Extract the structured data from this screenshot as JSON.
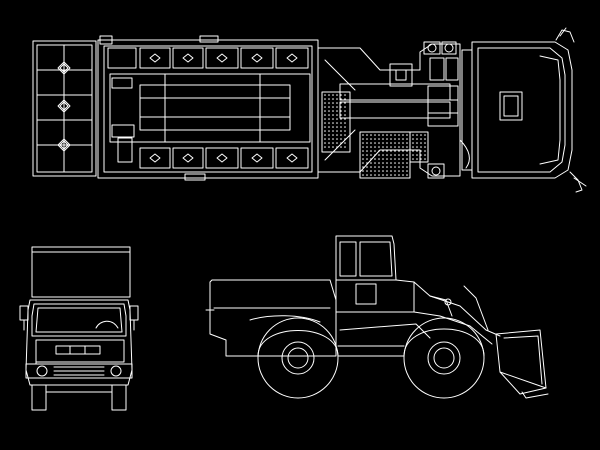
{
  "drawing": {
    "background": "#000000",
    "line_color": "#ffffff",
    "views": [
      {
        "name": "truck-top-view"
      },
      {
        "name": "truck-front-view"
      },
      {
        "name": "wheel-loader-side-view"
      }
    ]
  }
}
